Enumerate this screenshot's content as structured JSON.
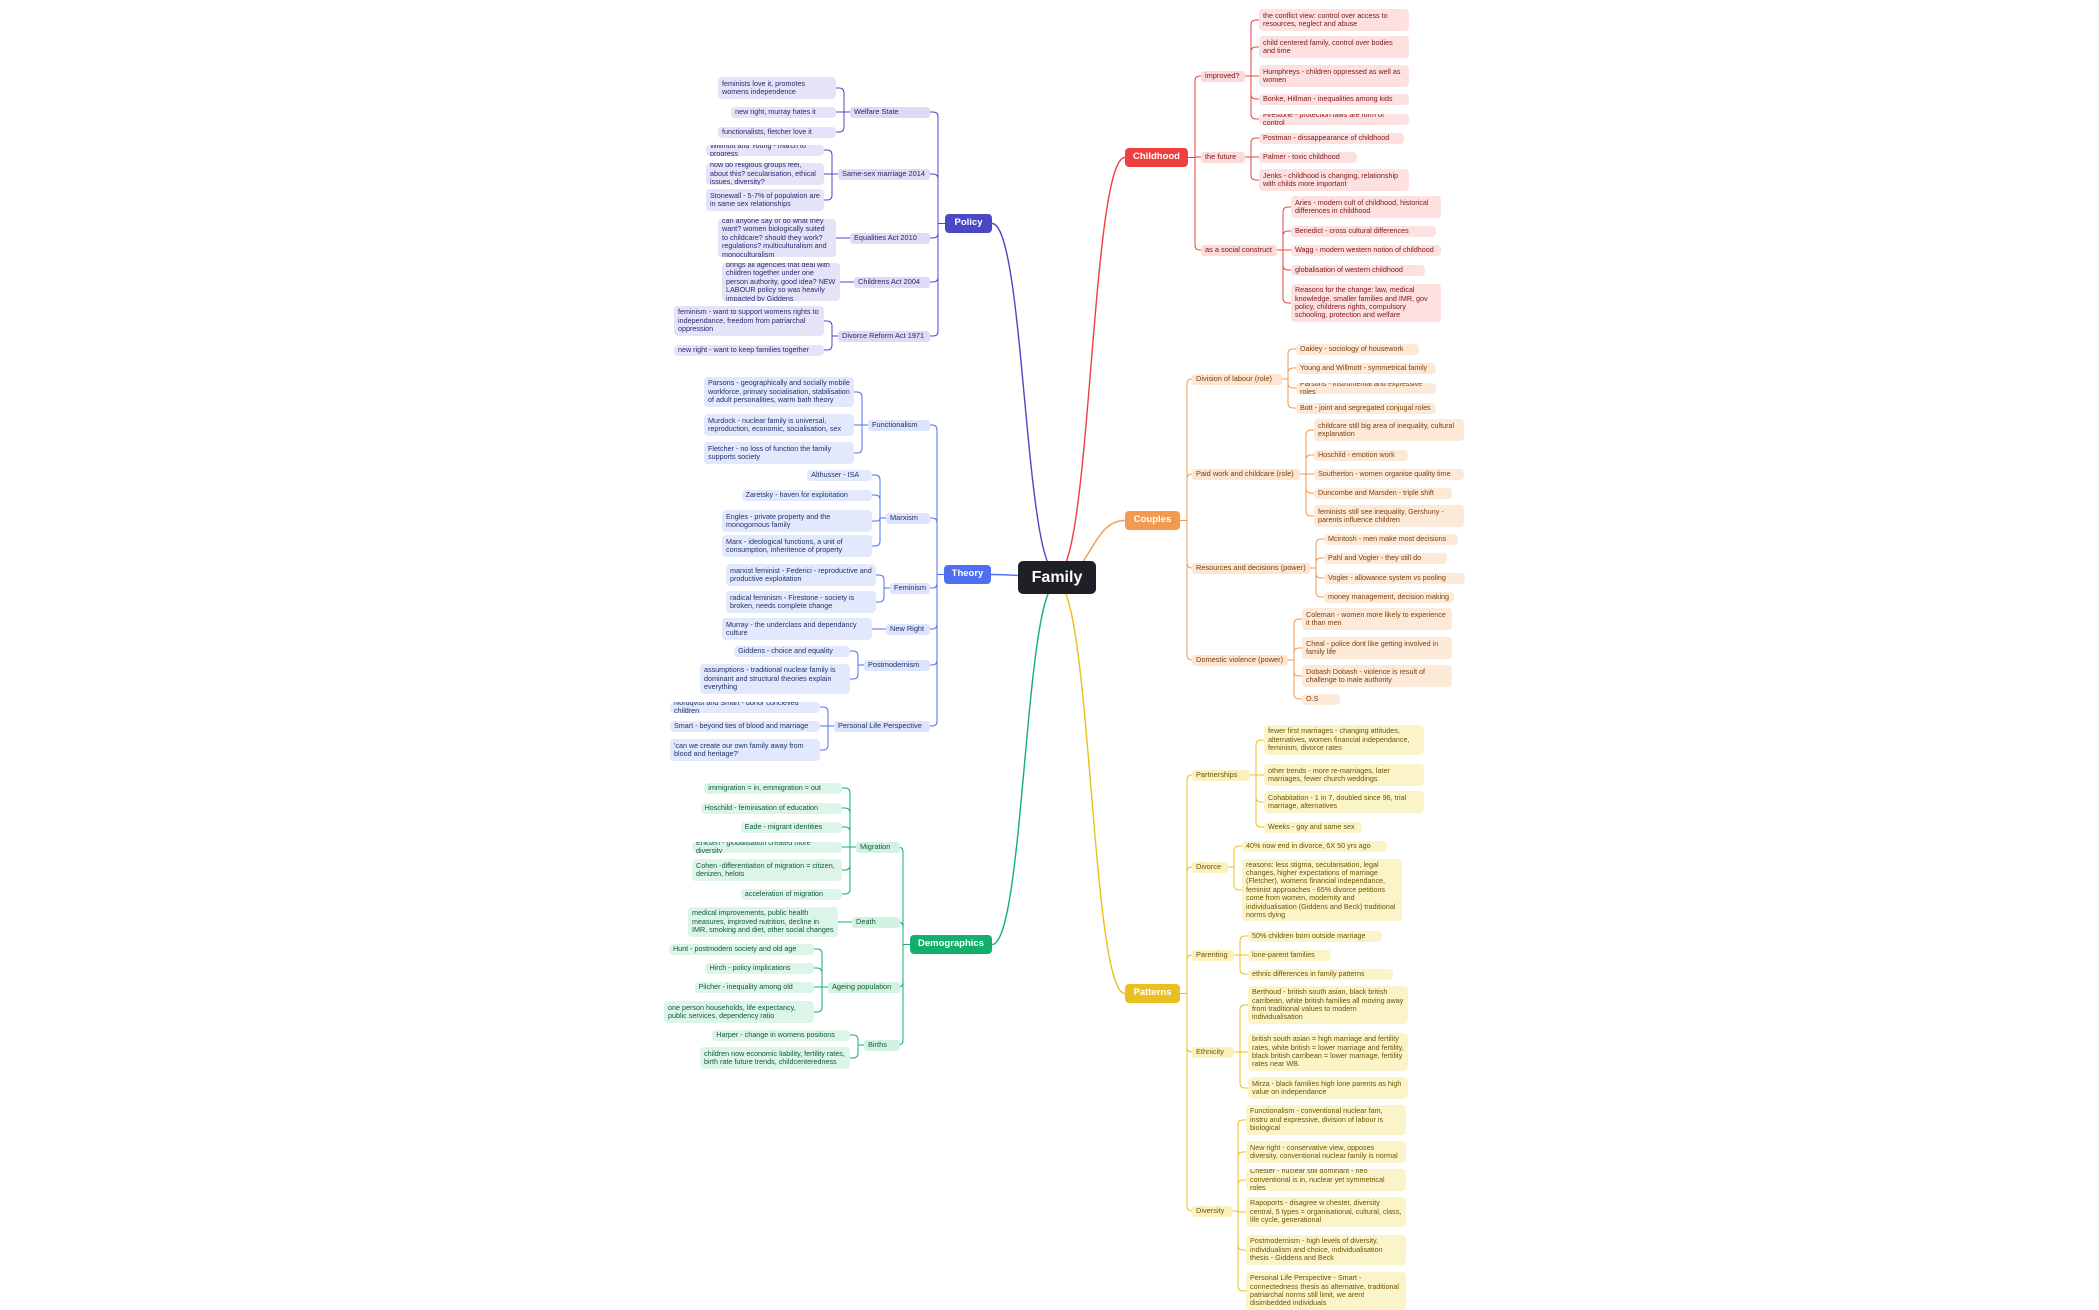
{
  "root": "Family",
  "colors": {
    "root": "#1e2026",
    "policy": "#4a48c4",
    "theory": "#4f6ff2",
    "demographics": "#12b06c",
    "childhood": "#ef4040",
    "couples": "#f29a4f",
    "patterns": "#eac01e"
  },
  "branches": [
    {
      "id": "policy",
      "label": "Policy",
      "side": "left",
      "subs": [
        {
          "label": "Welfare State",
          "leaves": [
            "feminists love it, promotes womens independence",
            "new right, murray hates it",
            "functionalists, fletcher love it"
          ]
        },
        {
          "label": "Same-sex marriage 2014",
          "leaves": [
            "Willmott and Young - march to progress",
            "how do religious groups feel, about this? secularisation, ethical issues, diversity?",
            "Stonewall - 5-7% of population are in same sex relationships"
          ]
        },
        {
          "label": "Equalities Act 2010",
          "leaves": [
            "can anyone say or do what they want? women biologically suited to childcare? should they work? regulations? multiculturalism and monoculturalism"
          ]
        },
        {
          "label": "Childrens Act 2004",
          "leaves": [
            "brings all agencies that deal with children together under one person authority, good idea? NEW LABOUR policy so was heavily impacted by Giddens"
          ]
        },
        {
          "label": "Divorce Reform Act 1971",
          "leaves": [
            "feminism - want to support womens rights to independance, freedom from patriarchal oppression",
            "new right - want to keep families together"
          ]
        }
      ]
    },
    {
      "id": "theory",
      "label": "Theory",
      "side": "left",
      "subs": [
        {
          "label": "Functionalism",
          "leaves": [
            "Parsons - geographically and socially mobile workforce, primary socialisation, stabilisation of adult personalities, warm bath theory",
            "Murdock - nuclear family is universal, reproduction, economic, socialisation, sex",
            "Fletcher - no loss of function the family supports society"
          ]
        },
        {
          "label": "Marxism",
          "leaves": [
            "Althusser - ISA",
            "Zaretsky - haven for exploitation",
            "Engles - private property and the monogomous family",
            "Marx - ideological functions, a unit of consumption, inheritence of property"
          ]
        },
        {
          "label": "Feminism",
          "leaves": [
            "marxist feminist - Federici - reproductive and productive exploitation",
            "radical feminism - Firestone - society is broken, needs complete change"
          ]
        },
        {
          "label": "New Right",
          "leaves": [
            "Murray - the underclass and dependancy culture"
          ]
        },
        {
          "label": "Postmodernism",
          "leaves": [
            "Giddens - choice and equality",
            "assumptions - traditional nuclear family is dominant and structural theories explain everything"
          ]
        },
        {
          "label": "Personal Life Perspective",
          "leaves": [
            "Nordqvist and Smart - donor concieved children",
            "Smart - beyond ties of blood and marriage",
            "'can we create our own family away from blood and heritage?'"
          ]
        }
      ]
    },
    {
      "id": "demographics",
      "label": "Demographics",
      "side": "left",
      "subs": [
        {
          "label": "Migration",
          "leaves": [
            "immigration = in, emmigration = out",
            "Hoschild - feminisation of education",
            "Eade - migrant identities",
            "Eriksen - globalisation created more diversity",
            "Cohen -differentiation of migration = citizen, denizen, helots",
            "acceleration of migration"
          ]
        },
        {
          "label": "Death",
          "leaves": [
            "medical improvements, public health measures, improved nutrition, decline in IMR, smoking and diet, other social changes"
          ]
        },
        {
          "label": "Ageing population",
          "leaves": [
            "Hunt - postmodern society and old age",
            "Hirch - policy implications",
            "Pilcher - inequality among old",
            "one person households, life expectancy, public services, dependency ratio"
          ]
        },
        {
          "label": "Births",
          "leaves": [
            "Harper - change in womens positions",
            "children now economic liability, fertility rates, birth rate future trends, childcenteredness"
          ]
        }
      ]
    },
    {
      "id": "childhood",
      "label": "Childhood",
      "side": "right",
      "subs": [
        {
          "label": "improved?",
          "leaves": [
            "the conflict view: control over access to resources, neglect and abuse",
            "child centered family, control over bodies and time",
            "Humphreys - children oppressed as well as women",
            "Bonke, Hillman - inequalities among kids",
            "Firestone - protection laws are form of control"
          ]
        },
        {
          "label": "the future",
          "leaves": [
            "Postman - dissappearance of childhood",
            "Palmer - toxic childhood",
            "Jenks - childhood is changing, relationship with childs more important"
          ]
        },
        {
          "label": "as a social construct",
          "leaves": [
            "Aries - modern cult of childhood, historical differences in childhood",
            "Benedict - cross cultural differences",
            "Wagg - modern western notion of childhood",
            "globalisation of western childhood",
            "Reasons for the change: law, medical knowledge, smaller families and IMR, gov policy, childrens rights, compulsory schooling, protection and welfare"
          ]
        }
      ]
    },
    {
      "id": "couples",
      "label": "Couples",
      "side": "right",
      "subs": [
        {
          "label": "Division of labour (role)",
          "leaves": [
            "Oakley - sociology of housework",
            "Young and Willmott - symmetrical family",
            "Parsons - instrumental and expressive roles",
            "Bott - joint and segregated conjugal roles"
          ]
        },
        {
          "label": "Paid work and childcare (role)",
          "leaves": [
            "childcare still big area of inequality, cultural explanation",
            "Hoschild - emotion work",
            "Southerton - women organise quality time",
            "Duncombe and Marsden - triple shift",
            "feminists still see inequality, Gershuny - parents influence children"
          ]
        },
        {
          "label": "Resources and decisions (power)",
          "leaves": [
            "Mcintosh - men make most decisions",
            "Pahl and Vogler - they still do",
            "Vogler - allowance system vs pooling",
            "money management, decision making"
          ]
        },
        {
          "label": "Domestic violence (power)",
          "leaves": [
            "Coleman - women more likely to experience it than men",
            "Cheal - police dont like getting involved in family life",
            "Dobash Dobash - violence is result of challenge to male authority",
            "O.S"
          ]
        }
      ]
    },
    {
      "id": "patterns",
      "label": "Patterns",
      "side": "right",
      "subs": [
        {
          "label": "Partnerships",
          "leaves": [
            "fewer first marriages - changing attitudes, alternatives, women financial independance, feminism, divorce rates",
            "other trends - more re-marriages, later marriages, fewer church weddings",
            "Cohabitation - 1 in 7, doubled since 96, trial marriage, alternatives",
            "Weeks - gay and same sex"
          ]
        },
        {
          "label": "Divorce",
          "leaves": [
            "40% now end in divorce, 6X 50 yrs ago",
            "reasons: less stigma, secularisation, legal changes, higher expectations of marriage (Fletcher), womens financial independance, feminist approaches - 65% divorce petitions come from women, modernity and individualisation (Giddens and Beck) traditional norms dying"
          ]
        },
        {
          "label": "Parenting",
          "leaves": [
            "50% children born outside marriage",
            "lone-parent families",
            "ethnic differences in family patterns"
          ]
        },
        {
          "label": "Ethnicity",
          "leaves": [
            "Berthoud - british south asian, black british carribean, white british families all moving away from traditional values to modern individualisation",
            "british south asian = high marriage and fertility rates, white british = lower marriage and fertility, black british carribean = lower marriage, fertility rates near WB.",
            "Mirza - black families high lone parents as high value on independance"
          ]
        },
        {
          "label": "Diversity",
          "leaves": [
            "Functionalism - conventional nuclear fam, instru and expressive, division of labour is biological",
            "New right - conservative view, opposes diversity, conventional nuclear family is normal",
            "Chester - nuclear still dominant - neo conventional is in, nuclear yet symmetrical roles",
            "Rapoports - disagree w chester, diversity central, 5 types = organisational, cultural, class, life cycle, generational",
            "Postmodernism - high levels of diversity, individualism and choice, individualisation thesis - Giddens and Beck",
            "Personal Life Perspective - Smart - connectedness thesis as alternative, traditional patriarchal norms still limit, we arent disimbedded individuals"
          ]
        }
      ]
    }
  ]
}
